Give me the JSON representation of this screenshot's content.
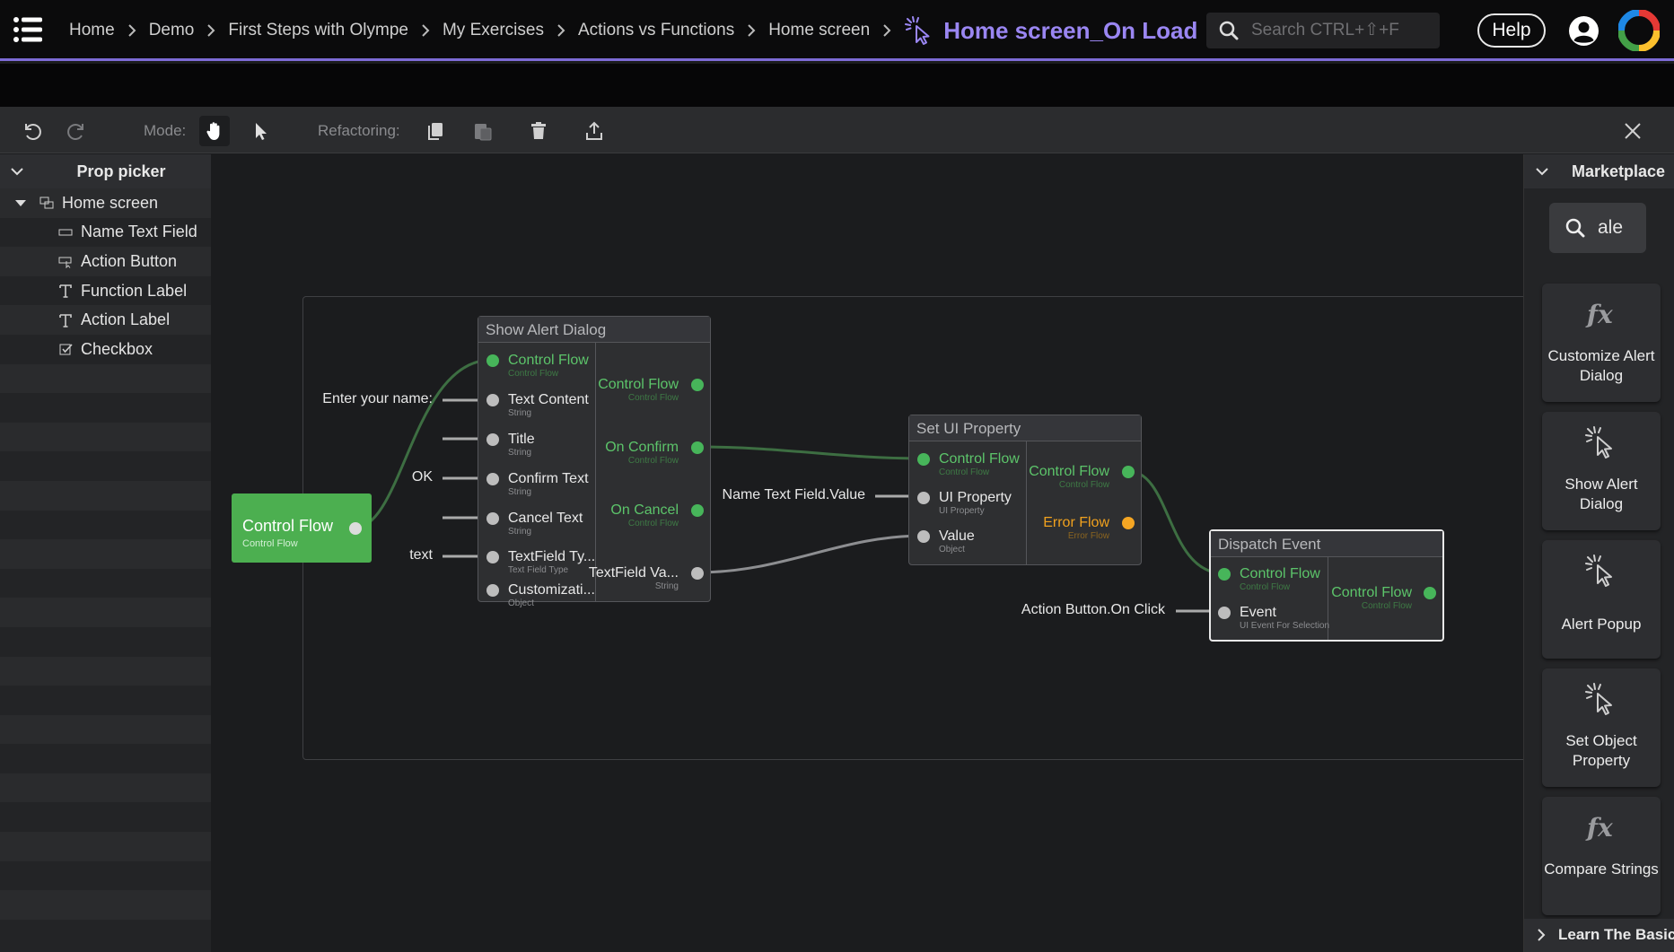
{
  "header": {
    "breadcrumbs": [
      "Home",
      "Demo",
      "First Steps with Olympe",
      "My Exercises",
      "Actions vs Functions",
      "Home screen"
    ],
    "current_title": "Home screen_On Load",
    "search_placeholder": "Search CTRL+⇧+F",
    "help_label": "Help",
    "accent_color": "#9a86f2"
  },
  "toolbar": {
    "mode_label": "Mode:",
    "refactoring_label": "Refactoring:"
  },
  "prop_picker": {
    "title": "Prop picker",
    "root": {
      "label": "Home screen",
      "icon": "screen-icon"
    },
    "items": [
      {
        "label": "Name Text Field",
        "icon": "textfield-icon"
      },
      {
        "label": "Action Button",
        "icon": "button-icon"
      },
      {
        "label": "Function Label",
        "icon": "text-icon"
      },
      {
        "label": "Action Label",
        "icon": "text-icon"
      },
      {
        "label": "Checkbox",
        "icon": "checkbox-icon"
      }
    ]
  },
  "canvas": {
    "start": {
      "name": "Control Flow",
      "type": "Control Flow"
    },
    "literals": {
      "text_content": "Enter your name:",
      "confirm_text": "OK",
      "textfield_type": "text",
      "ui_property": "Name Text Field.Value",
      "event": "Action Button.On Click"
    },
    "nodes": {
      "show_alert": {
        "title": "Show Alert Dialog",
        "inputs": [
          {
            "name": "Control Flow",
            "type": "Control Flow"
          },
          {
            "name": "Text Content",
            "type": "String"
          },
          {
            "name": "Title",
            "type": "String"
          },
          {
            "name": "Confirm Text",
            "type": "String"
          },
          {
            "name": "Cancel Text",
            "type": "String"
          },
          {
            "name": "TextField Ty...",
            "type": "Text Field Type"
          },
          {
            "name": "Customizati...",
            "type": "Object"
          }
        ],
        "outputs": [
          {
            "name": "Control Flow",
            "type": "Control Flow"
          },
          {
            "name": "On Confirm",
            "type": "Control Flow"
          },
          {
            "name": "On Cancel",
            "type": "Control Flow"
          },
          {
            "name": "TextField Va...",
            "type": "String"
          }
        ]
      },
      "set_ui": {
        "title": "Set UI Property",
        "inputs": [
          {
            "name": "Control Flow",
            "type": "Control Flow"
          },
          {
            "name": "UI Property",
            "type": "UI Property"
          },
          {
            "name": "Value",
            "type": "Object"
          }
        ],
        "outputs": [
          {
            "name": "Control Flow",
            "type": "Control Flow"
          },
          {
            "name": "Error Flow",
            "type": "Error Flow"
          }
        ]
      },
      "dispatch": {
        "title": "Dispatch Event",
        "inputs": [
          {
            "name": "Control Flow",
            "type": "Control Flow"
          },
          {
            "name": "Event",
            "type": "UI Event For Selection"
          }
        ],
        "outputs": [
          {
            "name": "Control Flow",
            "type": "Control Flow"
          }
        ]
      }
    }
  },
  "marketplace": {
    "title": "Marketplace",
    "search_value": "ale",
    "cards": [
      {
        "label": "Customize Alert Dialog",
        "icon": "function-icon"
      },
      {
        "label": "Show Alert Dialog",
        "icon": "action-cursor-icon"
      },
      {
        "label": "Alert Popup",
        "icon": "action-cursor-icon"
      },
      {
        "label": "Set Object Property",
        "icon": "action-cursor-icon"
      },
      {
        "label": "Compare Strings",
        "icon": "function-icon"
      }
    ],
    "footer_label": "Learn The Basic"
  }
}
